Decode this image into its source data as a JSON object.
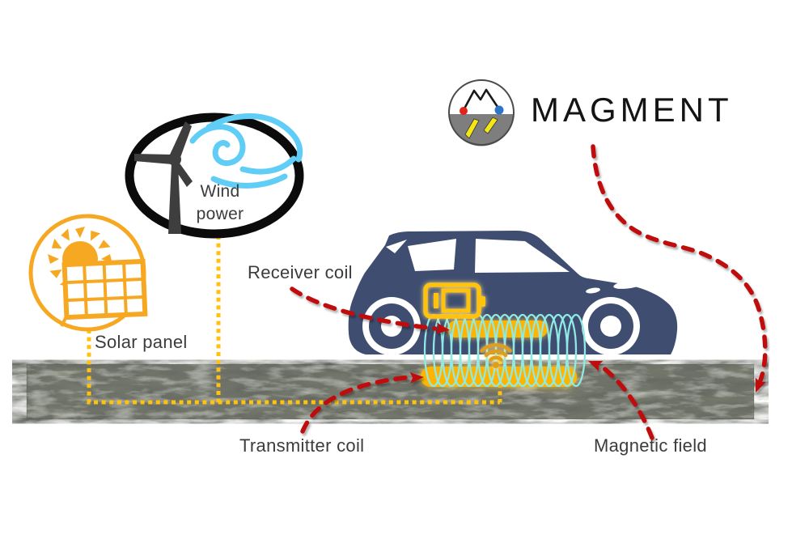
{
  "brand": {
    "wordmark": "MAGMENT"
  },
  "labels": {
    "wind_power": "Wind power",
    "solar_panel": "Solar panel",
    "receiver_coil": "Receiver coil",
    "transmitter_coil": "Transmitter coil",
    "magnetic_field": "Magnetic field"
  },
  "icons": {
    "logo": "mountain-road-logo-icon",
    "wind_turbine": "wind-turbine-icon",
    "wind_gust": "wind-gust-icon",
    "sun": "sun-icon",
    "solar_panel": "solar-panel-icon",
    "car": "electric-car-icon",
    "battery": "battery-charging-icon",
    "wifi": "wireless-power-icon",
    "receiver_coil": "receiver-coil-icon",
    "transmitter_coil": "transmitter-coil-icon",
    "magnetic_field": "magnetic-field-loops-icon",
    "road": "magnetizable-concrete-road"
  },
  "colors": {
    "accent_yellow": "#FFC20E",
    "coil_orange": "#FFB400",
    "field_cyan": "#8FE9E4",
    "car_navy": "#3F4E70",
    "arrow_red": "#BF0A0A",
    "wind_blue": "#5FCDF5",
    "solar_orange": "#F6A823",
    "label_gray": "#3C3C3C",
    "road_gray": "#75786C"
  }
}
